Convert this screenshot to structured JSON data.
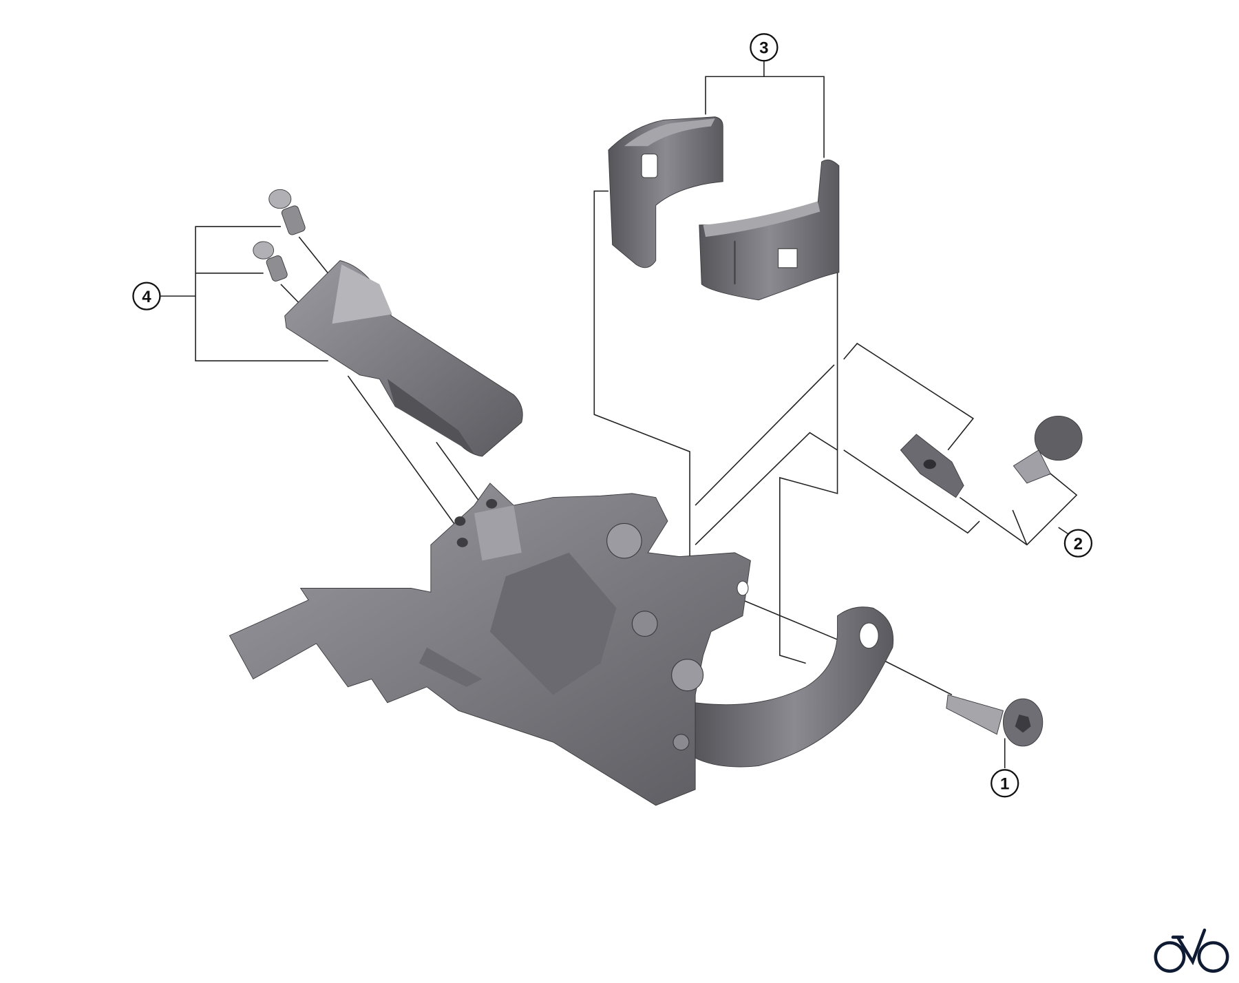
{
  "diagram": {
    "callouts": [
      {
        "id": "1",
        "label": "1"
      },
      {
        "id": "2",
        "label": "2"
      },
      {
        "id": "3",
        "label": "3"
      },
      {
        "id": "4",
        "label": "4"
      }
    ],
    "colors": {
      "part_dark": "#5f5f64",
      "part_mid": "#7c7c82",
      "part_light": "#a3a3a8",
      "leader_line": "#222222",
      "logo": "#0f1b33"
    },
    "logo": {
      "icon": "bicycle-logo-icon"
    }
  }
}
